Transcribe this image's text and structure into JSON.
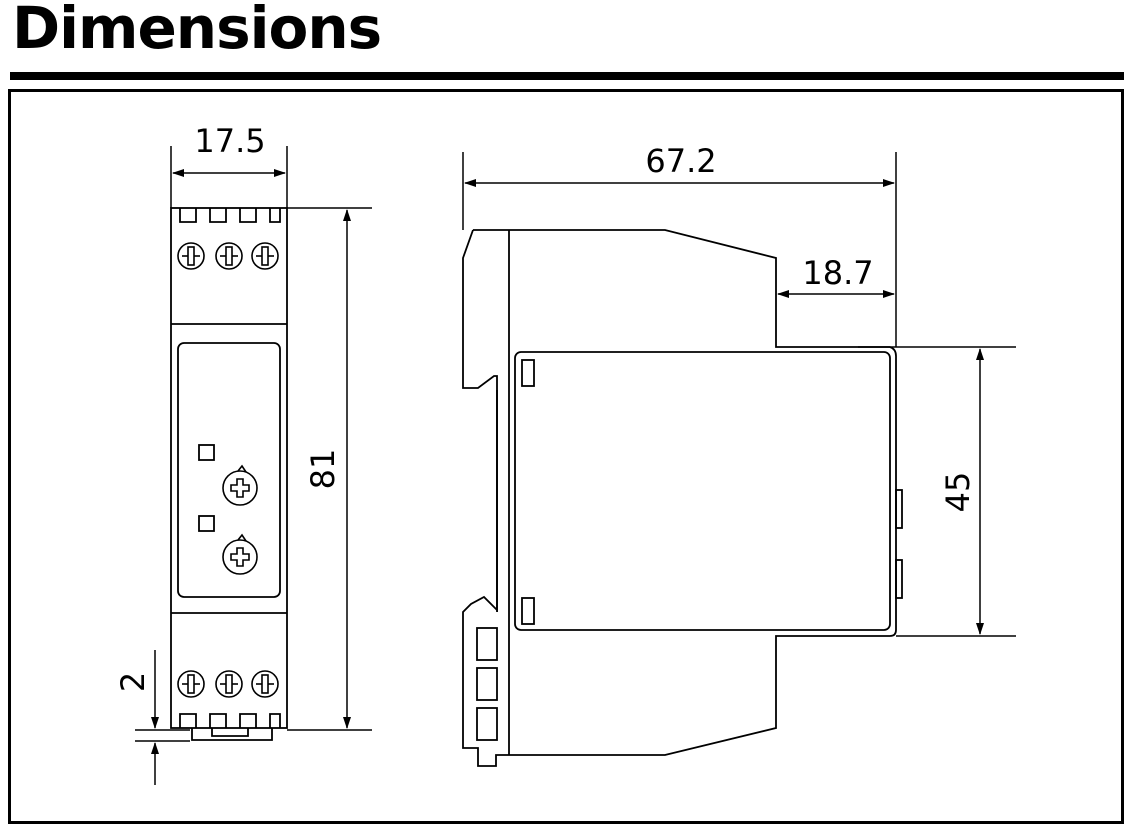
{
  "title": "Dimensions",
  "dimensions": {
    "width": "17.5",
    "height": "81",
    "offset": "2",
    "depth": "67.2",
    "step": "18.7",
    "front_height": "45"
  }
}
